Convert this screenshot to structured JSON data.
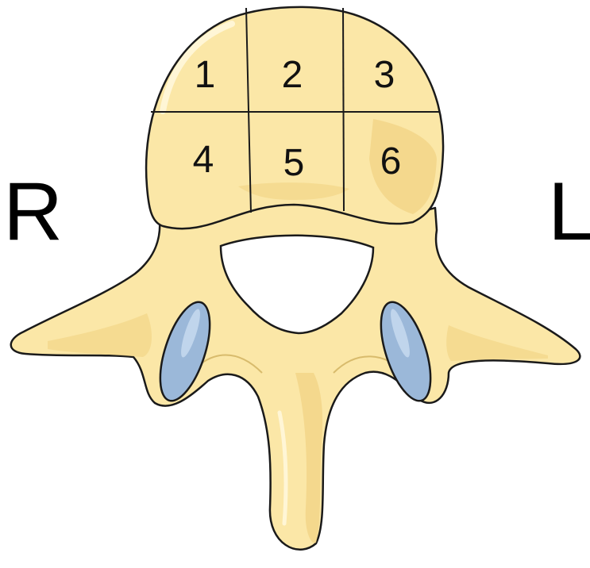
{
  "labels": {
    "right": "R",
    "left": "L"
  },
  "zones": [
    "1",
    "2",
    "3",
    "4",
    "5",
    "6"
  ],
  "colors": {
    "bone_fill": "#FBE7A7",
    "bone_shade": "#F2D587",
    "bone_highlight": "#FFF6D6",
    "outline": "#1A1A1A",
    "facet_fill": "#9BB8D9",
    "facet_highlight": "#C9DCF0",
    "background": "#FFFFFF"
  }
}
